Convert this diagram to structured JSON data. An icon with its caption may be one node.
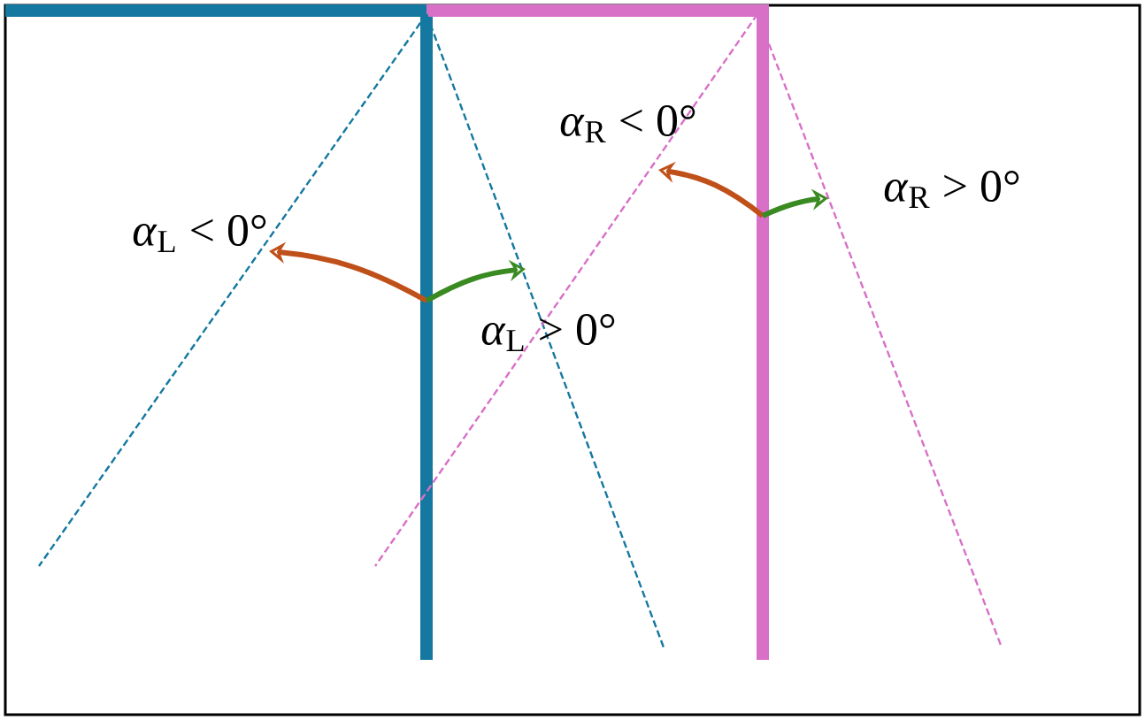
{
  "diagram": {
    "labels": [
      "*α*$_{L}$ < 0°",
      "*α*$_{L}$ > 0°",
      "*α*$_{R}$ < 0°",
      "*α*$_{R}$ > 0°"
    ]
  }
}
